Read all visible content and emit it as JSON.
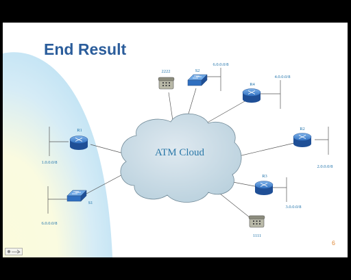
{
  "slide": {
    "title": "End Result",
    "page_number": "6"
  },
  "diagram": {
    "cloud_label": "ATM Cloud",
    "devices": {
      "phone_top": "2222",
      "phone_bottom": "1111",
      "switch_s2": "S2",
      "switch_s1": "S1",
      "router_r1": "R1",
      "router_r2": "R2",
      "router_r3": "R3",
      "router_r4": "R4"
    },
    "networks": {
      "net_s2": "6.0.0.0/8",
      "net_r4": "4.0.0.0/8",
      "net_r2": "2.0.0.0/8",
      "net_r3": "3.0.0.0/8",
      "net_r1": "1.0.0.0/8",
      "net_s1": "6.0.0.0/8"
    }
  },
  "colors": {
    "title": "#2b5d9b",
    "router": "#2f6fc0",
    "cloud": "#c9dbe6",
    "label": "#1a6fa8",
    "page_number": "#e08a3a"
  }
}
